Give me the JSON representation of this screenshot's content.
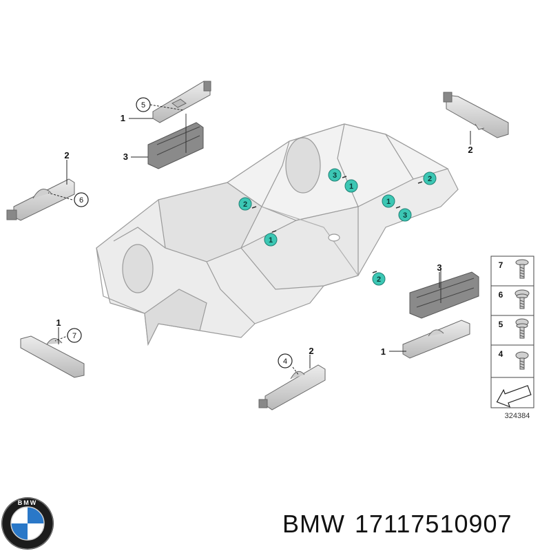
{
  "diagram": {
    "callouts": {
      "c1_top": "1",
      "c3_top": "3",
      "c2_left": "2",
      "c2_right": "2",
      "c1_bl": "1",
      "c2_bm": "2",
      "c3_br": "3",
      "c1_br": "1"
    },
    "circled": {
      "c5": "5",
      "c6": "6",
      "c7": "7",
      "c4": "4"
    },
    "teal_markers": {
      "t3a": "3",
      "t1a": "1",
      "t2a": "2",
      "t2b": "2",
      "t1b": "1",
      "t3b": "3",
      "t1c": "1",
      "t2c": "2"
    },
    "legend": [
      "7",
      "6",
      "5",
      "4"
    ],
    "reference_number": "324384"
  },
  "footer": {
    "brand": "BMW",
    "part_number": "17117510907"
  },
  "colors": {
    "teal": "#3cc7b4",
    "body_fill": "#e6e6e6",
    "part_fill": "#d8d8d8",
    "part_stroke": "#777777"
  }
}
